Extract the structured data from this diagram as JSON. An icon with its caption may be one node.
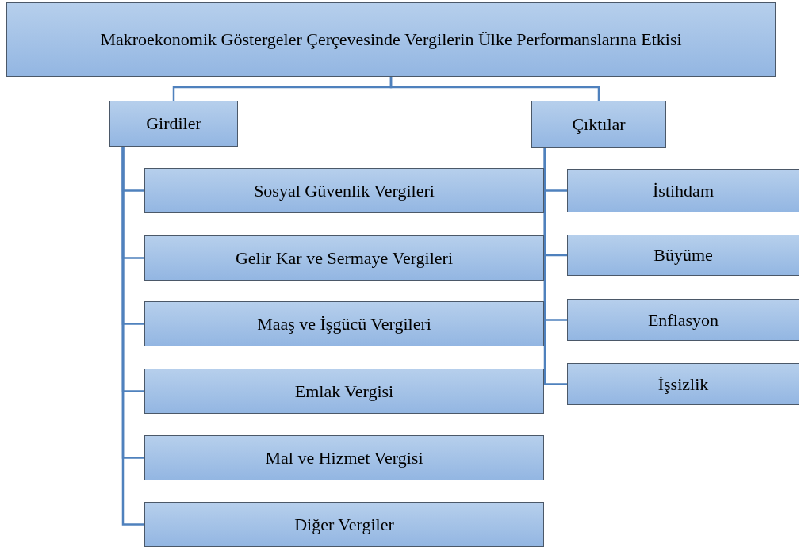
{
  "diagram": {
    "nodes": [
      {
        "text": [
          "Makroekonomik Göstergeler Çerçevesinde Vergilerin Ülke Performanslarına Etkisi"
        ]
      },
      {
        "text": [
          "Girdiler"
        ]
      },
      {
        "text": [
          "Çıktılar"
        ]
      },
      {
        "text": [
          "Sosyal Güvenlik Vergileri"
        ]
      },
      {
        "text": [
          "Gelir Kar ve Sermaye Vergileri"
        ]
      },
      {
        "text": [
          "Maaş ve İşgücü Vergileri"
        ]
      },
      {
        "text": [
          "Emlak Vergisi"
        ]
      },
      {
        "text": [
          "Mal ve Hizmet Vergisi"
        ]
      },
      {
        "text": [
          "Diğer Vergiler"
        ]
      },
      {
        "text": [
          "İstihdam"
        ]
      },
      {
        "text": [
          "Büyüme"
        ]
      },
      {
        "text": [
          "Enflasyon"
        ]
      },
      {
        "text": [
          "İşsizlik"
        ]
      }
    ],
    "edges": [
      {
        "from": 0,
        "to": 1,
        "arrow": "none"
      },
      {
        "from": 0,
        "to": 2,
        "arrow": "none"
      },
      {
        "from": 1,
        "to": 3,
        "arrow": "none"
      },
      {
        "from": 1,
        "to": 4,
        "arrow": "none"
      },
      {
        "from": 1,
        "to": 5,
        "arrow": "none"
      },
      {
        "from": 1,
        "to": 6,
        "arrow": "none"
      },
      {
        "from": 1,
        "to": 7,
        "arrow": "none"
      },
      {
        "from": 1,
        "to": 8,
        "arrow": "none"
      },
      {
        "from": 2,
        "to": 9,
        "arrow": "none"
      },
      {
        "from": 2,
        "to": 10,
        "arrow": "none"
      },
      {
        "from": 2,
        "to": 11,
        "arrow": "none"
      },
      {
        "from": 2,
        "to": 12,
        "arrow": "none"
      }
    ]
  }
}
